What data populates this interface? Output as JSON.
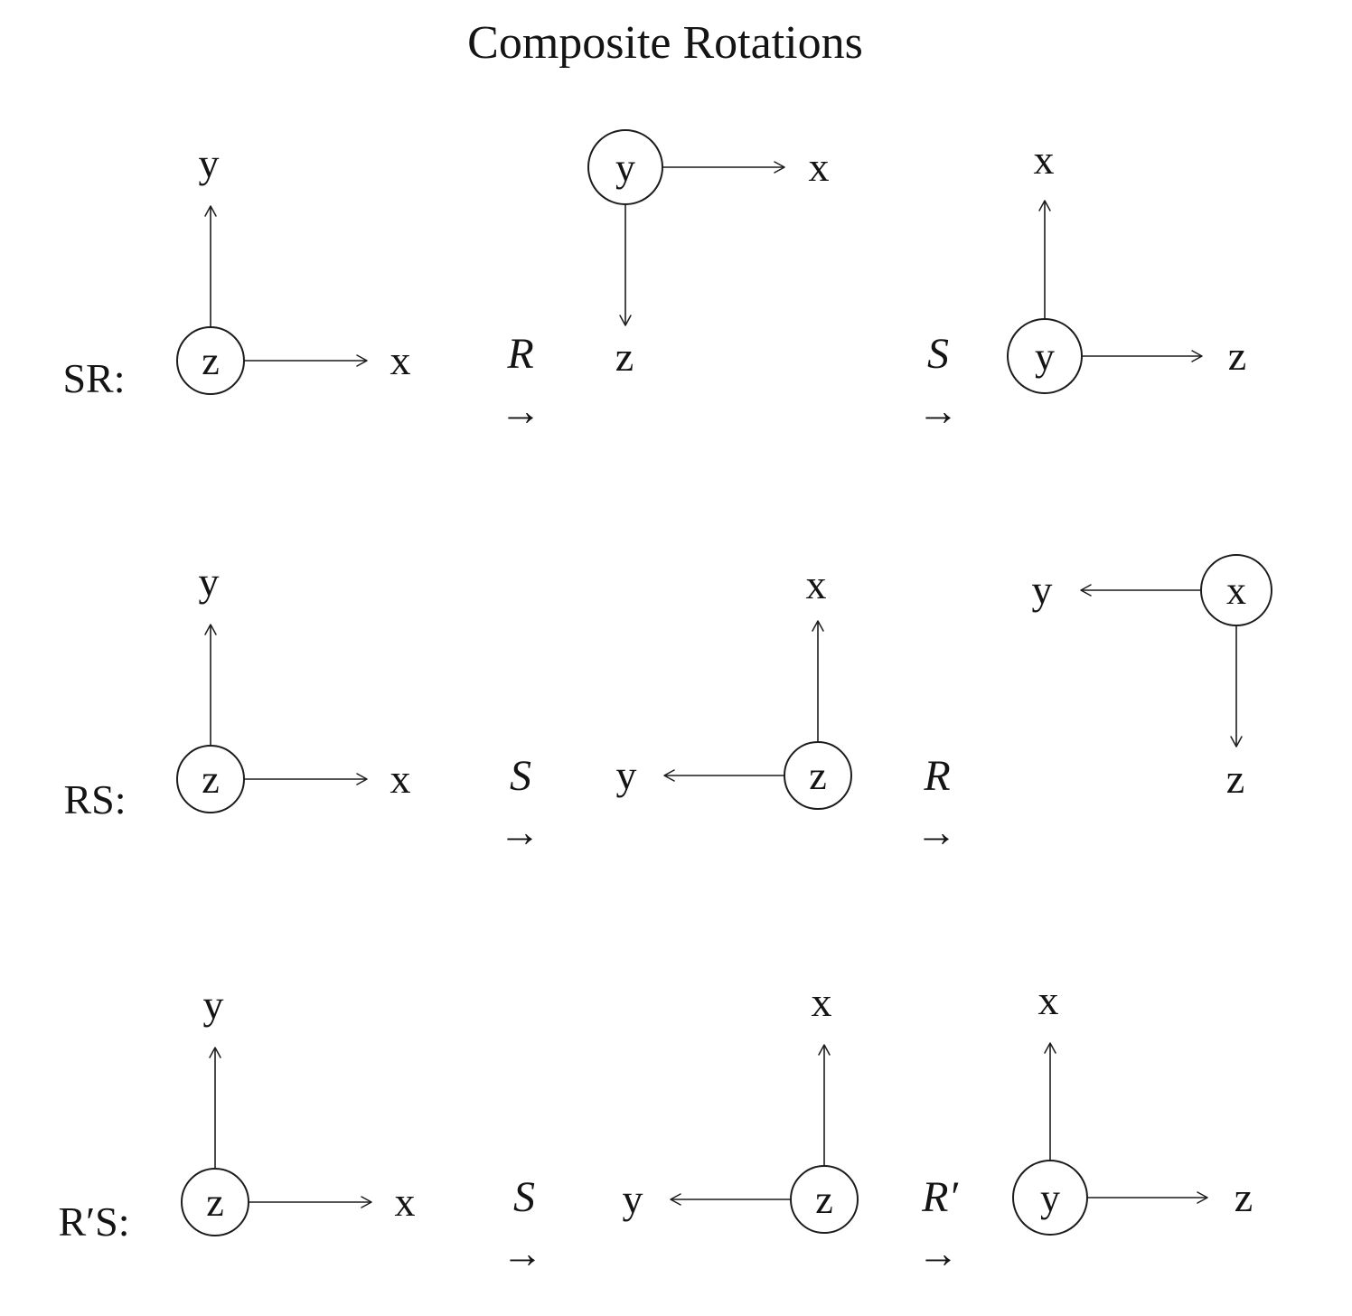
{
  "title": "Composite Rotations",
  "rows": [
    {
      "label": "SR:",
      "frames": [
        {
          "out_axis": "z",
          "up": "y",
          "right": "x"
        },
        {
          "out_axis": "y",
          "right": "x",
          "down": "z"
        },
        {
          "out_axis": "y",
          "up": "x",
          "right": "z"
        }
      ],
      "transitions": [
        {
          "symbol": "R",
          "arrow": "→"
        },
        {
          "symbol": "S",
          "arrow": "→"
        }
      ]
    },
    {
      "label": "RS:",
      "frames": [
        {
          "out_axis": "z",
          "up": "y",
          "right": "x"
        },
        {
          "out_axis": "z",
          "up": "x",
          "left": "y"
        },
        {
          "out_axis": "x",
          "left": "y",
          "down": "z"
        }
      ],
      "transitions": [
        {
          "symbol": "S",
          "arrow": "→"
        },
        {
          "symbol": "R",
          "arrow": "→"
        }
      ]
    },
    {
      "label": "R′S:",
      "frames": [
        {
          "out_axis": "z",
          "up": "y",
          "right": "x"
        },
        {
          "out_axis": "z",
          "up": "x",
          "left": "y"
        },
        {
          "out_axis": "y",
          "up": "x",
          "right": "z"
        }
      ],
      "transitions": [
        {
          "symbol": "S",
          "arrow": "→"
        },
        {
          "symbol": "R′",
          "arrow": "→"
        }
      ]
    }
  ]
}
